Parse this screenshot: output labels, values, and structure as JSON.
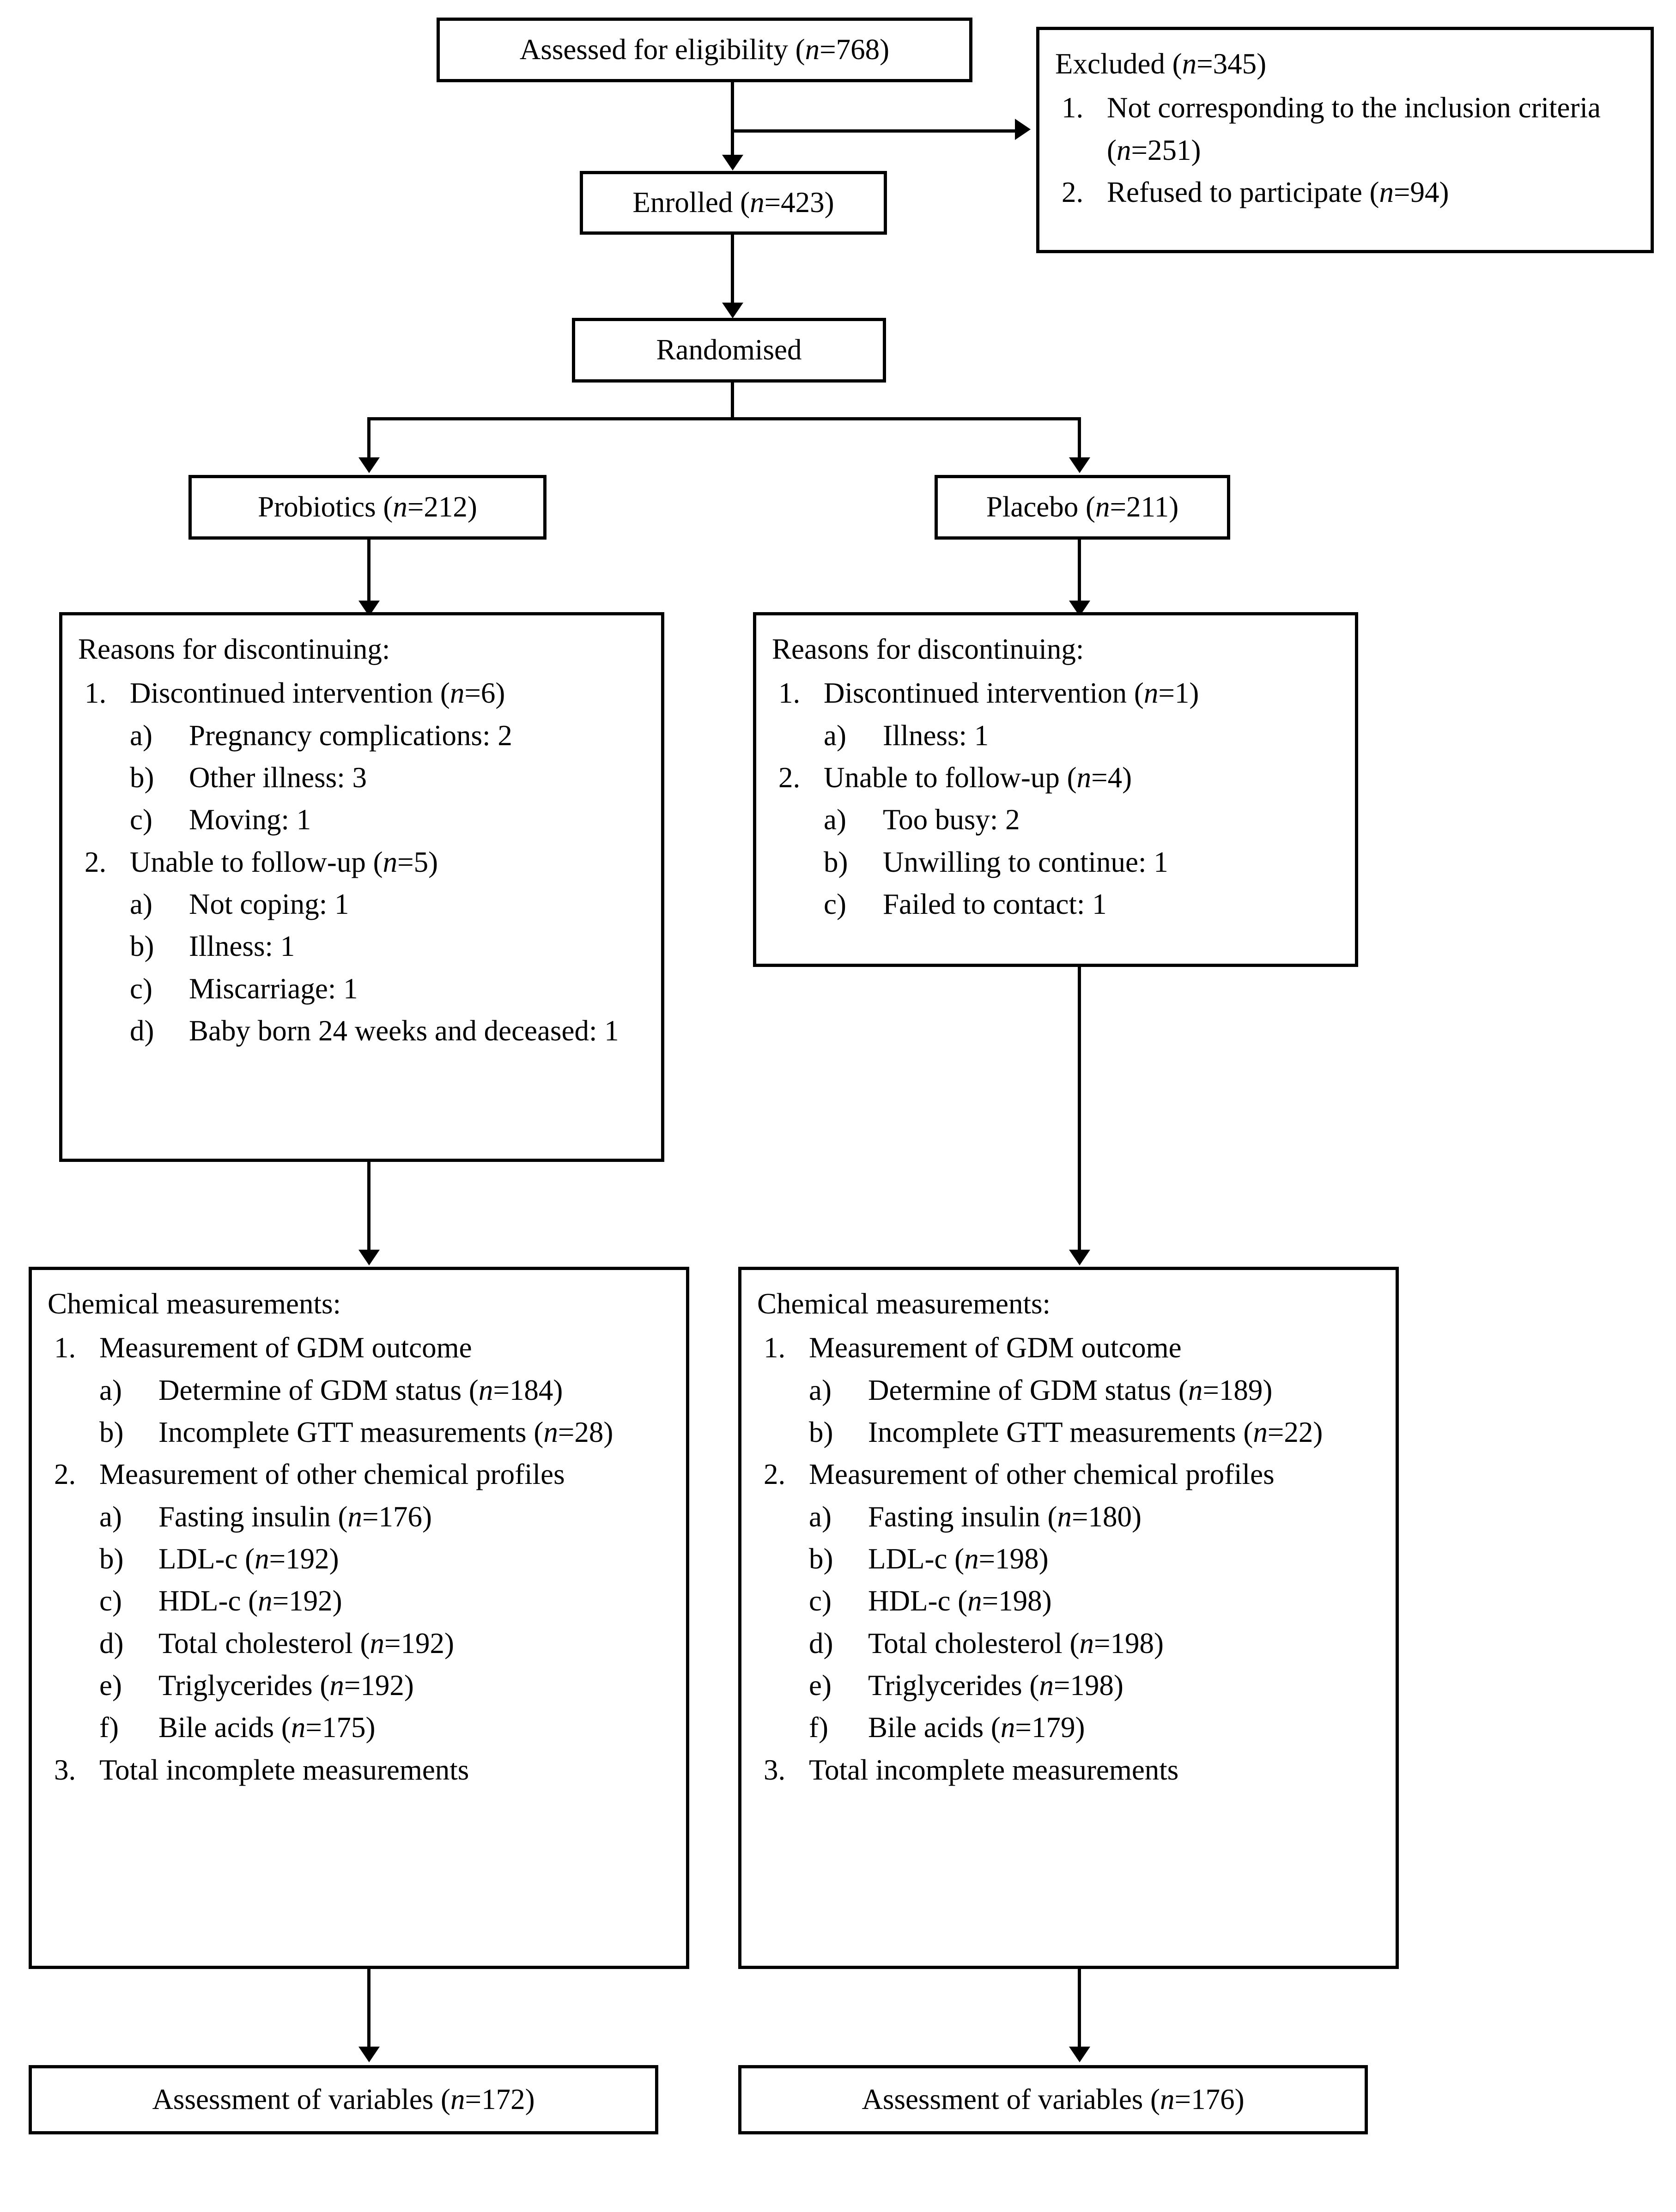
{
  "flowchart": {
    "type": "consort-flow-diagram",
    "nodes": {
      "assessed": "Assessed for eligibility (n=768)",
      "assessed_italic_n": "n",
      "excluded_title": "Excluded (n=345)",
      "excluded_items": [
        "Not corresponding to the inclusion criteria (n=251)",
        "Refused to participate (n=94)"
      ],
      "enrolled": "Enrolled (n=423)",
      "randomised": "Randomised",
      "probiotics": "Probiotics (n=212)",
      "placebo": "Placebo (n=211)",
      "probiotics_discontinue": {
        "lead": "Reasons for discontinuing:",
        "items": [
          {
            "num": "1.",
            "text": "Discontinued intervention (n=6)",
            "sub": [
              {
                "num": "a)",
                "text": "Pregnancy complications: 2"
              },
              {
                "num": "b)",
                "text": "Other illness: 3"
              },
              {
                "num": "c)",
                "text": "Moving: 1"
              }
            ]
          },
          {
            "num": "2.",
            "text": "Unable to follow-up (n=5)",
            "sub": [
              {
                "num": "a)",
                "text": "Not coping: 1"
              },
              {
                "num": "b)",
                "text": "Illness: 1"
              },
              {
                "num": "c)",
                "text": "Miscarriage: 1"
              },
              {
                "num": "d)",
                "text": "Baby born 24 weeks and deceased: 1"
              }
            ]
          }
        ]
      },
      "placebo_discontinue": {
        "lead": "Reasons for discontinuing:",
        "items": [
          {
            "num": "1.",
            "text": "Discontinued intervention (n=1)",
            "sub": [
              {
                "num": "a)",
                "text": "Illness: 1"
              }
            ]
          },
          {
            "num": "2.",
            "text": "Unable to follow-up (n=4)",
            "sub": [
              {
                "num": "a)",
                "text": "Too busy: 2"
              },
              {
                "num": "b)",
                "text": "Unwilling to continue: 1"
              },
              {
                "num": "c)",
                "text": "Failed to contact: 1"
              }
            ]
          }
        ]
      },
      "probiotics_measurements": {
        "lead": "Chemical measurements:",
        "items": [
          {
            "num": "1.",
            "text": "Measurement of GDM outcome",
            "sub": [
              {
                "num": "a)",
                "text": "Determine of GDM status (n=184)"
              },
              {
                "num": "b)",
                "text": "Incomplete GTT measurements (n=28)"
              }
            ]
          },
          {
            "num": "2.",
            "text": "Measurement of other chemical profiles",
            "sub": [
              {
                "num": "a)",
                "text": "Fasting insulin (n=176)"
              },
              {
                "num": "b)",
                "text": "LDL-c (n=192)"
              },
              {
                "num": "c)",
                "text": "HDL-c (n=192)"
              },
              {
                "num": "d)",
                "text": "Total cholesterol (n=192)"
              },
              {
                "num": "e)",
                "text": "Triglycerides (n=192)"
              },
              {
                "num": "f)",
                "text": "Bile acids (n=175)"
              }
            ]
          },
          {
            "num": "3.",
            "text": "Total incomplete measurements",
            "sub": []
          }
        ]
      },
      "placebo_measurements": {
        "lead": "Chemical measurements:",
        "items": [
          {
            "num": "1.",
            "text": "Measurement of GDM outcome",
            "sub": [
              {
                "num": "a)",
                "text": "Determine of GDM status (n=189)"
              },
              {
                "num": "b)",
                "text": "Incomplete GTT measurements (n=22)"
              }
            ]
          },
          {
            "num": "2.",
            "text": "Measurement of other chemical profiles",
            "sub": [
              {
                "num": "a)",
                "text": "Fasting insulin (n=180)"
              },
              {
                "num": "b)",
                "text": "LDL-c (n=198)"
              },
              {
                "num": "c)",
                "text": "HDL-c (n=198)"
              },
              {
                "num": "d)",
                "text": "Total cholesterol (n=198)"
              },
              {
                "num": "e)",
                "text": "Triglycerides (n=198)"
              },
              {
                "num": "f)",
                "text": "Bile acids (n=179)"
              }
            ]
          },
          {
            "num": "3.",
            "text": "Total incomplete measurements",
            "sub": []
          }
        ]
      },
      "probiotics_assessment": "Assessment of variables (n=172)",
      "placebo_assessment": "Assessment of variables (n=176)"
    }
  }
}
